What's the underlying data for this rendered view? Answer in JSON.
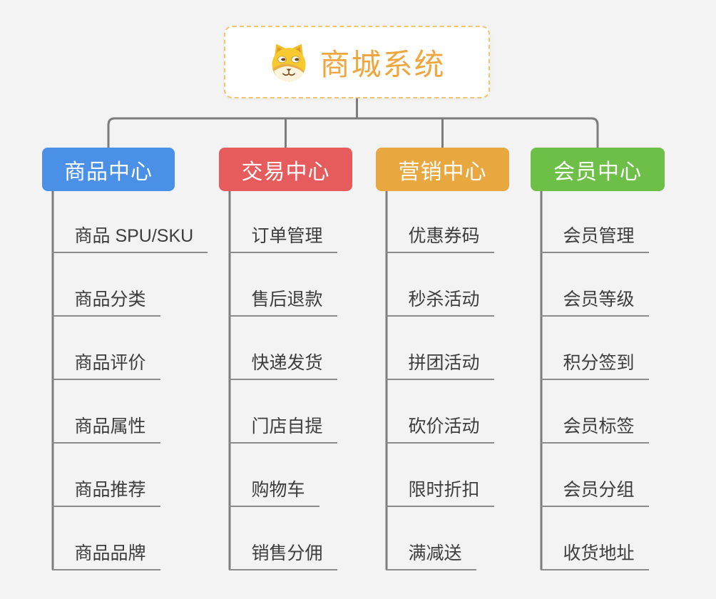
{
  "page": {
    "background": "#f3f3f3",
    "connector_color": "#7c7c7c",
    "underline_color": "#8c8c8c"
  },
  "root": {
    "title": "商城系统",
    "icon": "dog-face-icon",
    "text_color": "#f0a63e",
    "border_color": "#f2c46c",
    "background": "#ffffff"
  },
  "branches": [
    {
      "label": "商品中心",
      "color": "#4a90e6",
      "children": [
        "商品 SPU/SKU",
        "商品分类",
        "商品评价",
        "商品属性",
        "商品推荐",
        "商品品牌"
      ]
    },
    {
      "label": "交易中心",
      "color": "#e65c5c",
      "children": [
        "订单管理",
        "售后退款",
        "快递发货",
        "门店自提",
        "购物车",
        "销售分佣"
      ]
    },
    {
      "label": "营销中心",
      "color": "#e9a83f",
      "children": [
        "优惠券码",
        "秒杀活动",
        "拼团活动",
        "砍价活动",
        "限时折扣",
        "满减送"
      ]
    },
    {
      "label": "会员中心",
      "color": "#6ebf48",
      "children": [
        "会员管理",
        "会员等级",
        "积分签到",
        "会员标签",
        "会员分组",
        "收货地址"
      ]
    }
  ]
}
